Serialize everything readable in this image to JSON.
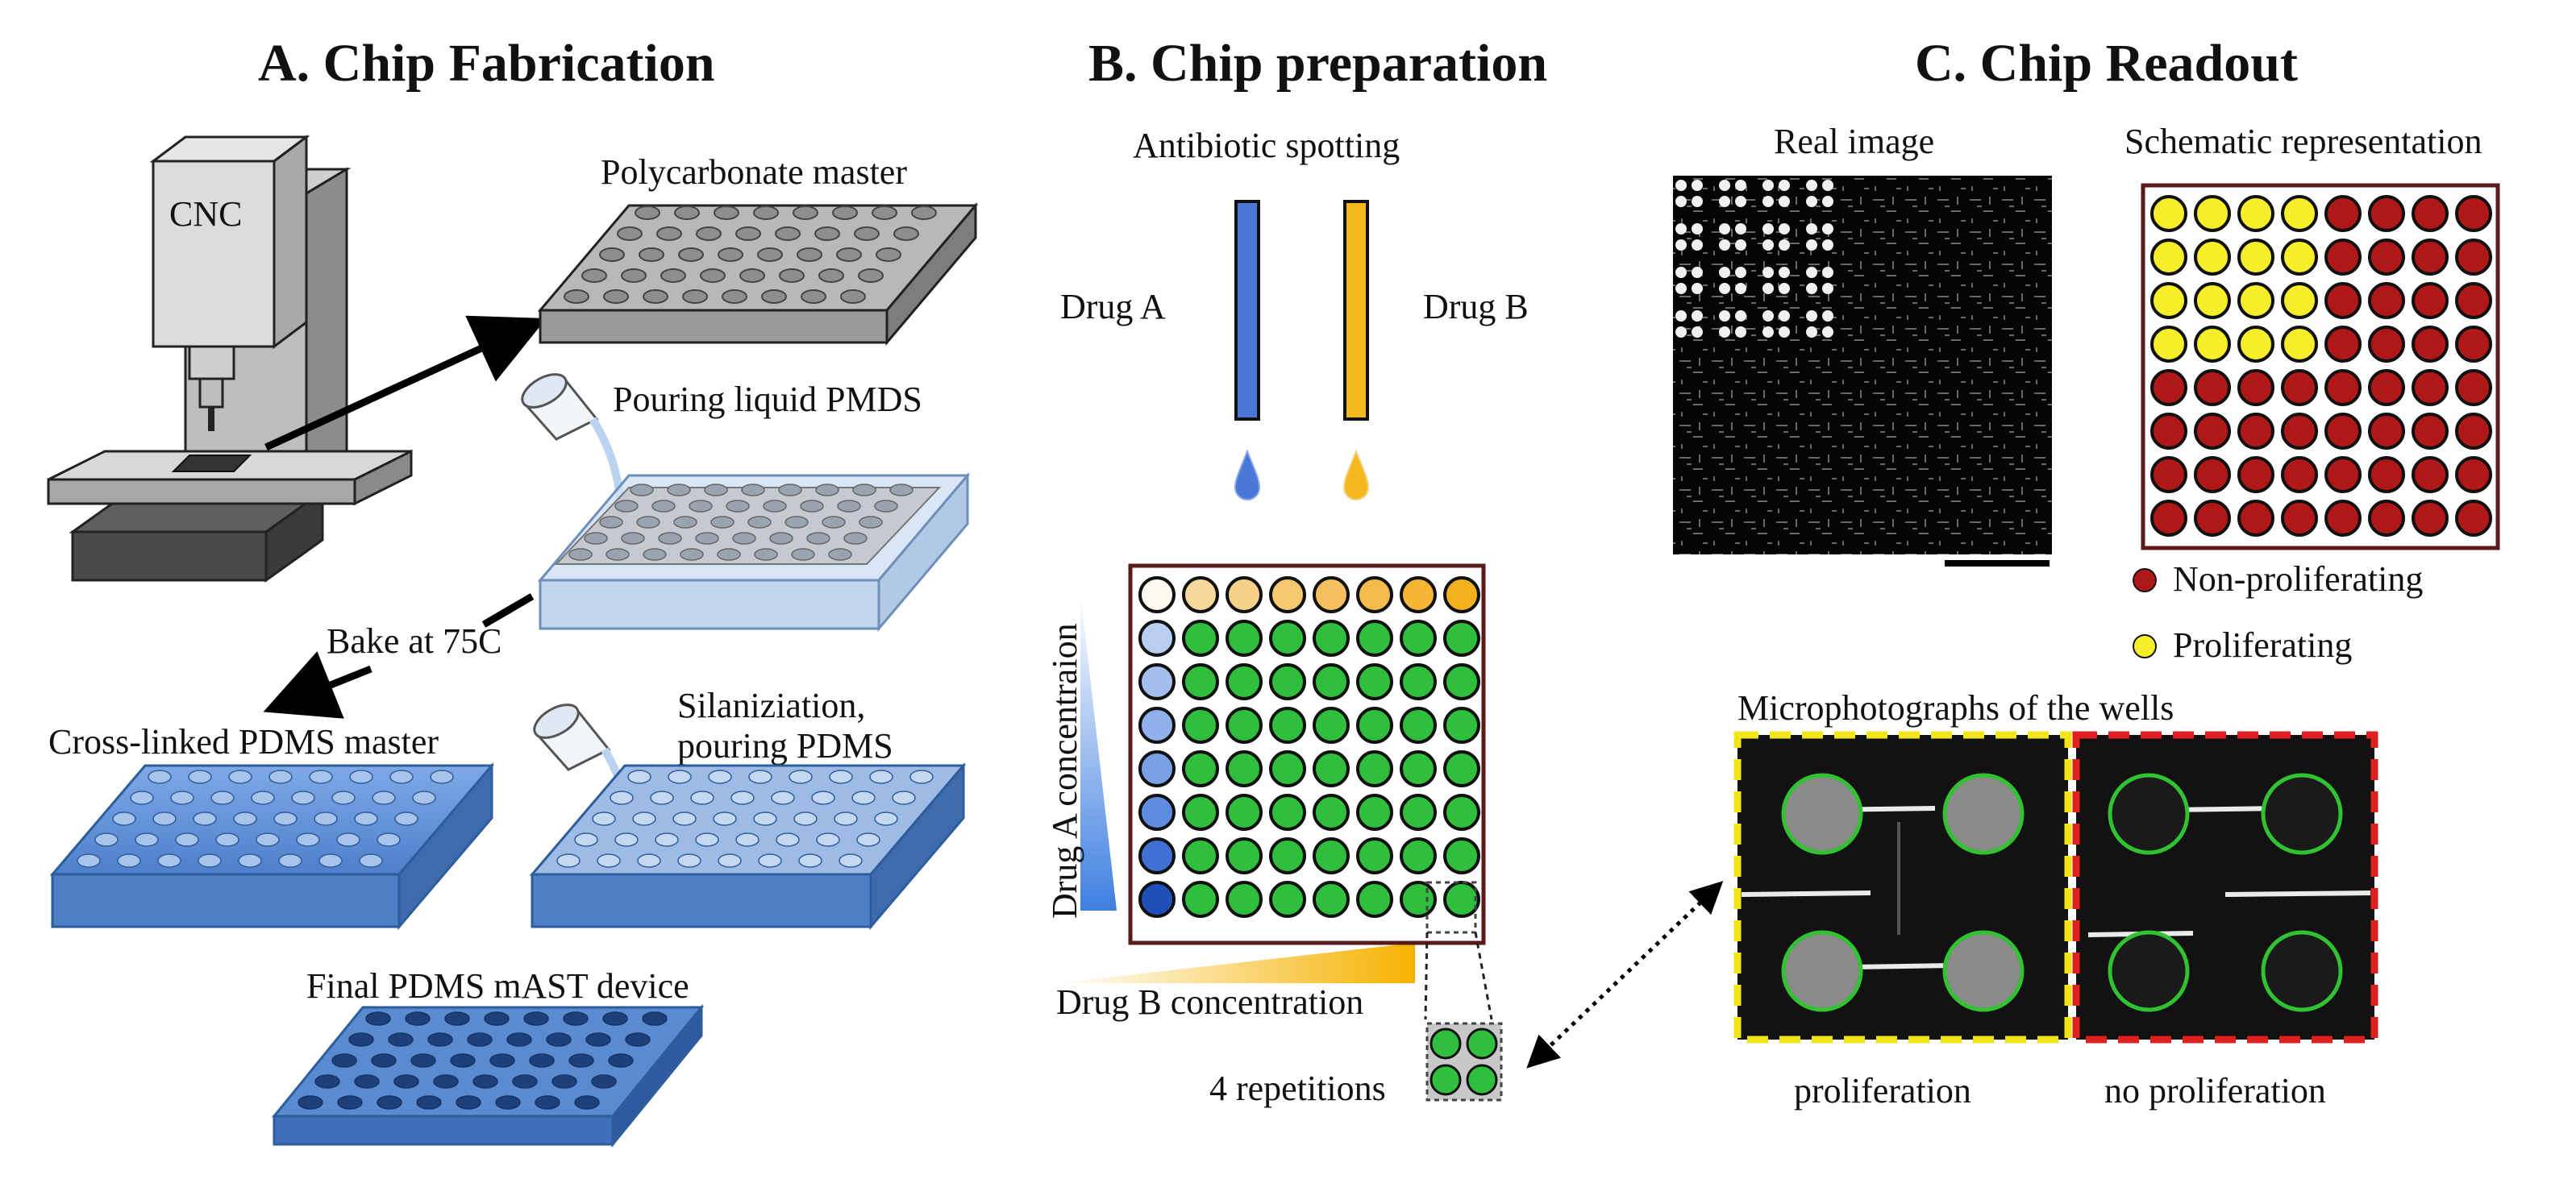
{
  "panels": {
    "a": {
      "title": "A. Chip Fabrication",
      "cnc_label": "CNC",
      "polycarbonate_master": "Polycarbonate master",
      "pouring_liquid": "Pouring liquid PMDS",
      "bake": "Bake at 75C",
      "cross_linked": "Cross-linked PDMS master",
      "silanization_line1": "Silaniziation,",
      "silanization_line2": "pouring PDMS",
      "final_device": "Final PDMS mAST device"
    },
    "b": {
      "title": "B. Chip preparation",
      "antibiotic_spotting": "Antibiotic spotting",
      "drug_a": "Drug A",
      "drug_b": "Drug B",
      "drug_a_concentration": "Drug A concentraion",
      "drug_b_concentration": "Drug B concentration",
      "repetitions": "4 repetitions",
      "colors": {
        "drug_a_blue": "#4a78d8",
        "drug_b_yellow": "#f5b81c",
        "well_green": "#2fbf3c",
        "frame": "#5a1a1a"
      }
    },
    "c": {
      "title": "C. Chip Readout",
      "real_image": "Real image",
      "schematic": "Schematic representation",
      "legend_non_proliferating": "Non-proliferating",
      "legend_proliferating": "Proliferating",
      "micro_title": "Microphotographs of the wells",
      "proliferation": "proliferation",
      "no_proliferation": "no proliferation",
      "colors": {
        "non_prolif": "#b01818",
        "prolif": "#f6ee2a",
        "yellow_box": "#f3e41a",
        "red_box": "#e02020"
      }
    }
  }
}
